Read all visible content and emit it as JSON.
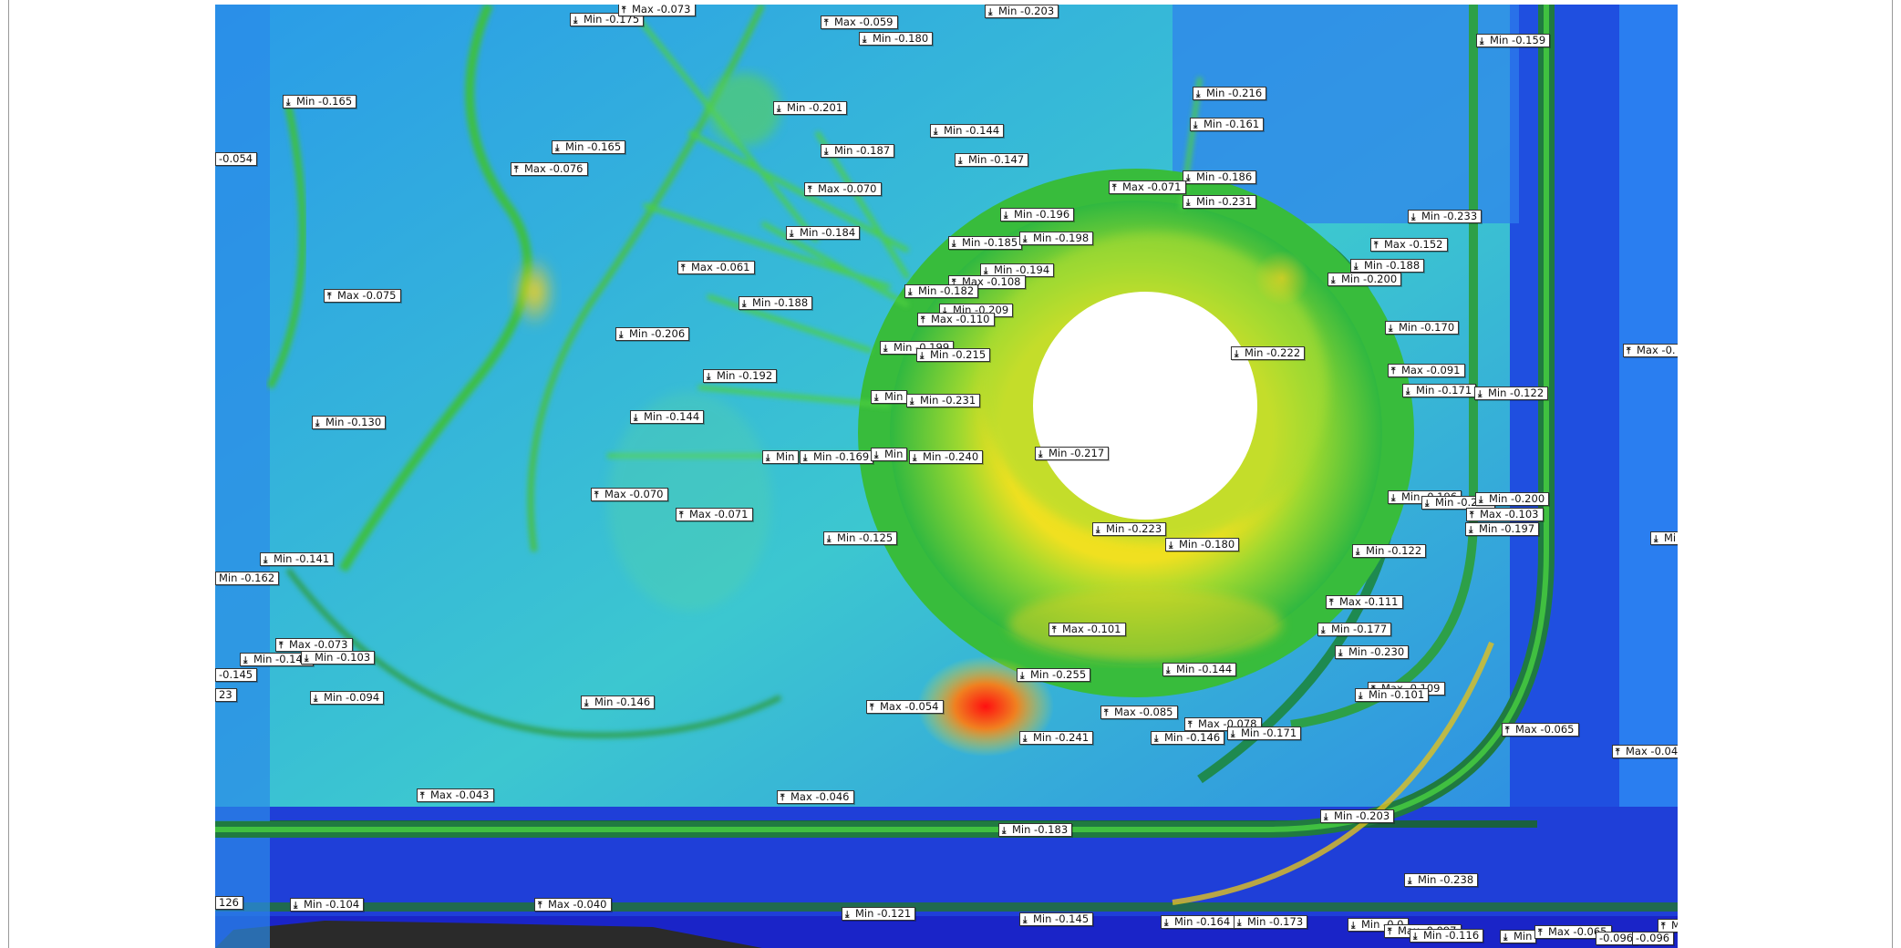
{
  "colors": {
    "deep_blue": "#1f3fe0",
    "mid_blue": "#2f7cf0",
    "cyan": "#3fd0d8",
    "green": "#35c040",
    "yellow": "#f0e020",
    "red": "#e02010",
    "hole": "#ffffff"
  },
  "labels": [
    {
      "t": "Min -0.175",
      "k": "min"
    },
    {
      "t": "Max -0.073",
      "k": "max"
    },
    {
      "t": "Max -0.059",
      "k": "max"
    },
    {
      "t": "Min -0.180",
      "k": "min"
    },
    {
      "t": "Min -0.203",
      "k": "min"
    },
    {
      "t": "Min -0.159",
      "k": "min"
    },
    {
      "t": "Min -0.165",
      "k": "min"
    },
    {
      "t": "Min -0.201",
      "k": "min"
    },
    {
      "t": "Min -0.216",
      "k": "min"
    },
    {
      "t": "Min -0.161",
      "k": "min"
    },
    {
      "t": "Min -0.144",
      "k": "min"
    },
    {
      "t": "Min -0.165",
      "k": "min"
    },
    {
      "t": "Min -0.187",
      "k": "min"
    },
    {
      "t": "-0.054",
      "k": "none"
    },
    {
      "t": "Min -0.147",
      "k": "min"
    },
    {
      "t": "Max -0.076",
      "k": "max"
    },
    {
      "t": "Min -0.186",
      "k": "min"
    },
    {
      "t": "Max -0.070",
      "k": "max"
    },
    {
      "t": "Max -0.071",
      "k": "max"
    },
    {
      "t": "Min -0.231",
      "k": "min"
    },
    {
      "t": "Min -0.196",
      "k": "min"
    },
    {
      "t": "Min -0.233",
      "k": "min"
    },
    {
      "t": "Min -0.184",
      "k": "min"
    },
    {
      "t": "Min -0.185",
      "k": "min"
    },
    {
      "t": "Min -0.198",
      "k": "min"
    },
    {
      "t": "Max -0.152",
      "k": "max"
    },
    {
      "t": "Max -0.061",
      "k": "max"
    },
    {
      "t": "Min -0.194",
      "k": "min"
    },
    {
      "t": "Min -0.188",
      "k": "min"
    },
    {
      "t": "Max -0.108",
      "k": "max"
    },
    {
      "t": "Min -0.200",
      "k": "min"
    },
    {
      "t": "Min -0.182",
      "k": "min"
    },
    {
      "t": "Max -0.075",
      "k": "max"
    },
    {
      "t": "Min -0.188",
      "k": "min"
    },
    {
      "t": "Min -0.209",
      "k": "min"
    },
    {
      "t": "Max -0.110",
      "k": "max"
    },
    {
      "t": "Min -0.206",
      "k": "min"
    },
    {
      "t": "Min -0.170",
      "k": "min"
    },
    {
      "t": "Min -0.199",
      "k": "min"
    },
    {
      "t": "Min -0.215",
      "k": "min"
    },
    {
      "t": "Min -0.222",
      "k": "min"
    },
    {
      "t": "Max -0.",
      "k": "max"
    },
    {
      "t": "Max -0.091",
      "k": "max"
    },
    {
      "t": "Min -0.192",
      "k": "min"
    },
    {
      "t": "Min -0.171",
      "k": "min"
    },
    {
      "t": "Min -0.122",
      "k": "min"
    },
    {
      "t": "Min",
      "k": "min"
    },
    {
      "t": "Min -0.231",
      "k": "min"
    },
    {
      "t": "Min -0.144",
      "k": "min"
    },
    {
      "t": "Min -0.130",
      "k": "min"
    },
    {
      "t": "Min -0.217",
      "k": "min"
    },
    {
      "t": "Min",
      "k": "min"
    },
    {
      "t": "Min -0.169",
      "k": "min"
    },
    {
      "t": "Min",
      "k": "min"
    },
    {
      "t": "Min -0.240",
      "k": "min"
    },
    {
      "t": "Max -0.070",
      "k": "max"
    },
    {
      "t": "Min -0.196",
      "k": "min"
    },
    {
      "t": "Min -0.228",
      "k": "min"
    },
    {
      "t": "Min -0.200",
      "k": "min"
    },
    {
      "t": "Max -0.071",
      "k": "max"
    },
    {
      "t": "Max -0.103",
      "k": "max"
    },
    {
      "t": "Min -0.223",
      "k": "min"
    },
    {
      "t": "Min -0.197",
      "k": "min"
    },
    {
      "t": "Min -0.125",
      "k": "min"
    },
    {
      "t": "Min -0.180",
      "k": "min"
    },
    {
      "t": "Mi",
      "k": "min"
    },
    {
      "t": "Min -0.122",
      "k": "min"
    },
    {
      "t": "Min -0.141",
      "k": "min"
    },
    {
      "t": "Min -0.162",
      "k": "none"
    },
    {
      "t": "Max -0.111",
      "k": "max"
    },
    {
      "t": "Max -0.101",
      "k": "max"
    },
    {
      "t": "Min -0.177",
      "k": "min"
    },
    {
      "t": "Max -0.073",
      "k": "max"
    },
    {
      "t": "Min -0.230",
      "k": "min"
    },
    {
      "t": "Min -0.143",
      "k": "min"
    },
    {
      "t": "Min -0.103",
      "k": "min"
    },
    {
      "t": "-0.145",
      "k": "none"
    },
    {
      "t": "Min -0.144",
      "k": "min"
    },
    {
      "t": "Min -0.255",
      "k": "min"
    },
    {
      "t": "Max -0.109",
      "k": "max"
    },
    {
      "t": "Min -0.101",
      "k": "min"
    },
    {
      "t": "23",
      "k": "none"
    },
    {
      "t": "Min -0.094",
      "k": "min"
    },
    {
      "t": "Min -0.146",
      "k": "min"
    },
    {
      "t": "Max -0.054",
      "k": "max"
    },
    {
      "t": "Max -0.085",
      "k": "max"
    },
    {
      "t": "Max -0.078",
      "k": "max"
    },
    {
      "t": "Max -0.065",
      "k": "max"
    },
    {
      "t": "Min -0.241",
      "k": "min"
    },
    {
      "t": "Min -0.146",
      "k": "min"
    },
    {
      "t": "Min -0.171",
      "k": "min"
    },
    {
      "t": "Max -0.04",
      "k": "max"
    },
    {
      "t": "Max -0.043",
      "k": "max"
    },
    {
      "t": "Max -0.046",
      "k": "max"
    },
    {
      "t": "Min -0.203",
      "k": "min"
    },
    {
      "t": "Min -0.183",
      "k": "min"
    },
    {
      "t": "Min -0.238",
      "k": "min"
    },
    {
      "t": "126",
      "k": "none"
    },
    {
      "t": "Min -0.104",
      "k": "min"
    },
    {
      "t": "Max -0.040",
      "k": "max"
    },
    {
      "t": "Min -0.121",
      "k": "min"
    },
    {
      "t": "Min -0.145",
      "k": "min"
    },
    {
      "t": "Min -0.164",
      "k": "min"
    },
    {
      "t": "Min -0.173",
      "k": "min"
    },
    {
      "t": "Min -0.0",
      "k": "min"
    },
    {
      "t": "Max -0.097",
      "k": "max"
    },
    {
      "t": "Min -0.116",
      "k": "min"
    },
    {
      "t": "Min",
      "k": "min"
    },
    {
      "t": "Max -0.065",
      "k": "max"
    },
    {
      "t": "-0.096",
      "k": "none"
    },
    {
      "t": "-0.096",
      "k": "none"
    },
    {
      "t": "M",
      "k": "max"
    }
  ]
}
